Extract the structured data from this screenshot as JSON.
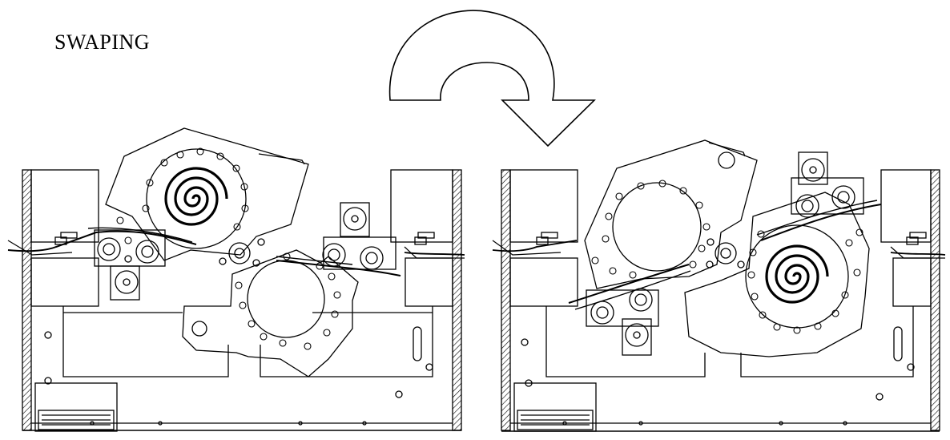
{
  "title": "SWAPING",
  "colors": {
    "line": "#000000",
    "background": "#ffffff",
    "hatch": "#000000"
  },
  "diagram": {
    "panels": [
      {
        "state": "before",
        "spiral_roll": "upper-left",
        "empty_roll": "lower-right"
      },
      {
        "state": "after",
        "spiral_roll": "lower-right",
        "empty_roll": "upper-left"
      }
    ],
    "arrow": {
      "direction": "clockwise",
      "icon": "curved-arrow-icon"
    }
  }
}
